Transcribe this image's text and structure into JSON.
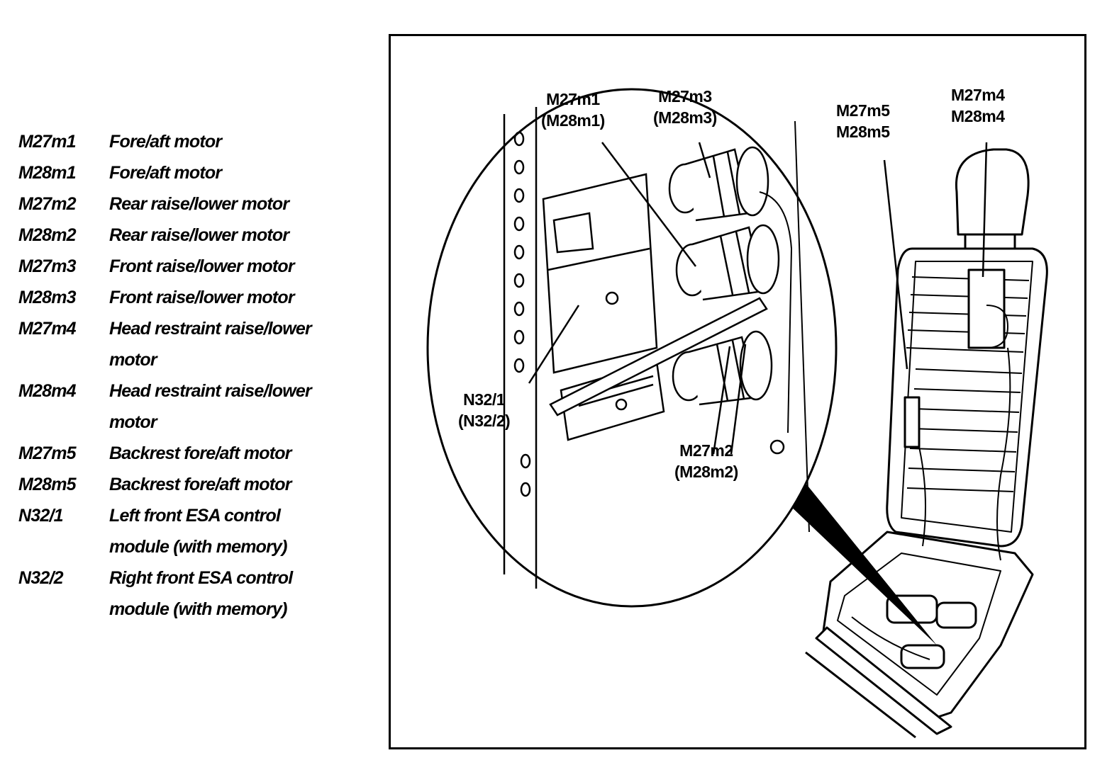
{
  "legend": [
    {
      "code": "M27m1",
      "desc": "Fore/aft motor"
    },
    {
      "code": "M28m1",
      "desc": "Fore/aft motor"
    },
    {
      "code": "M27m2",
      "desc": "Rear raise/lower motor"
    },
    {
      "code": "M28m2",
      "desc": "Rear raise/lower motor"
    },
    {
      "code": "M27m3",
      "desc": "Front raise/lower motor"
    },
    {
      "code": "M28m3",
      "desc": "Front raise/lower motor"
    },
    {
      "code": "M27m4",
      "desc": "Head restraint raise/lower motor"
    },
    {
      "code": "M28m4",
      "desc": "Head restraint raise/lower motor"
    },
    {
      "code": "M27m5",
      "desc": "Backrest fore/aft motor"
    },
    {
      "code": "M28m5",
      "desc": "Backrest fore/aft motor"
    },
    {
      "code": "N32/1",
      "desc": "Left front ESA control module (with memory)"
    },
    {
      "code": "N32/2",
      "desc": "Right front ESA control module (with memory)"
    }
  ],
  "callouts": {
    "m1": {
      "line1": "M27m1",
      "line2": "(M28m1)"
    },
    "m3": {
      "line1": "M27m3",
      "line2": "(M28m3)"
    },
    "m5": {
      "line1": "M27m5",
      "line2": "M28m5"
    },
    "m4": {
      "line1": "M27m4",
      "line2": "M28m4"
    },
    "n32": {
      "line1": "N32/1",
      "line2": "(N32/2)"
    },
    "m2": {
      "line1": "M27m2",
      "line2": "(M28m2)"
    }
  }
}
